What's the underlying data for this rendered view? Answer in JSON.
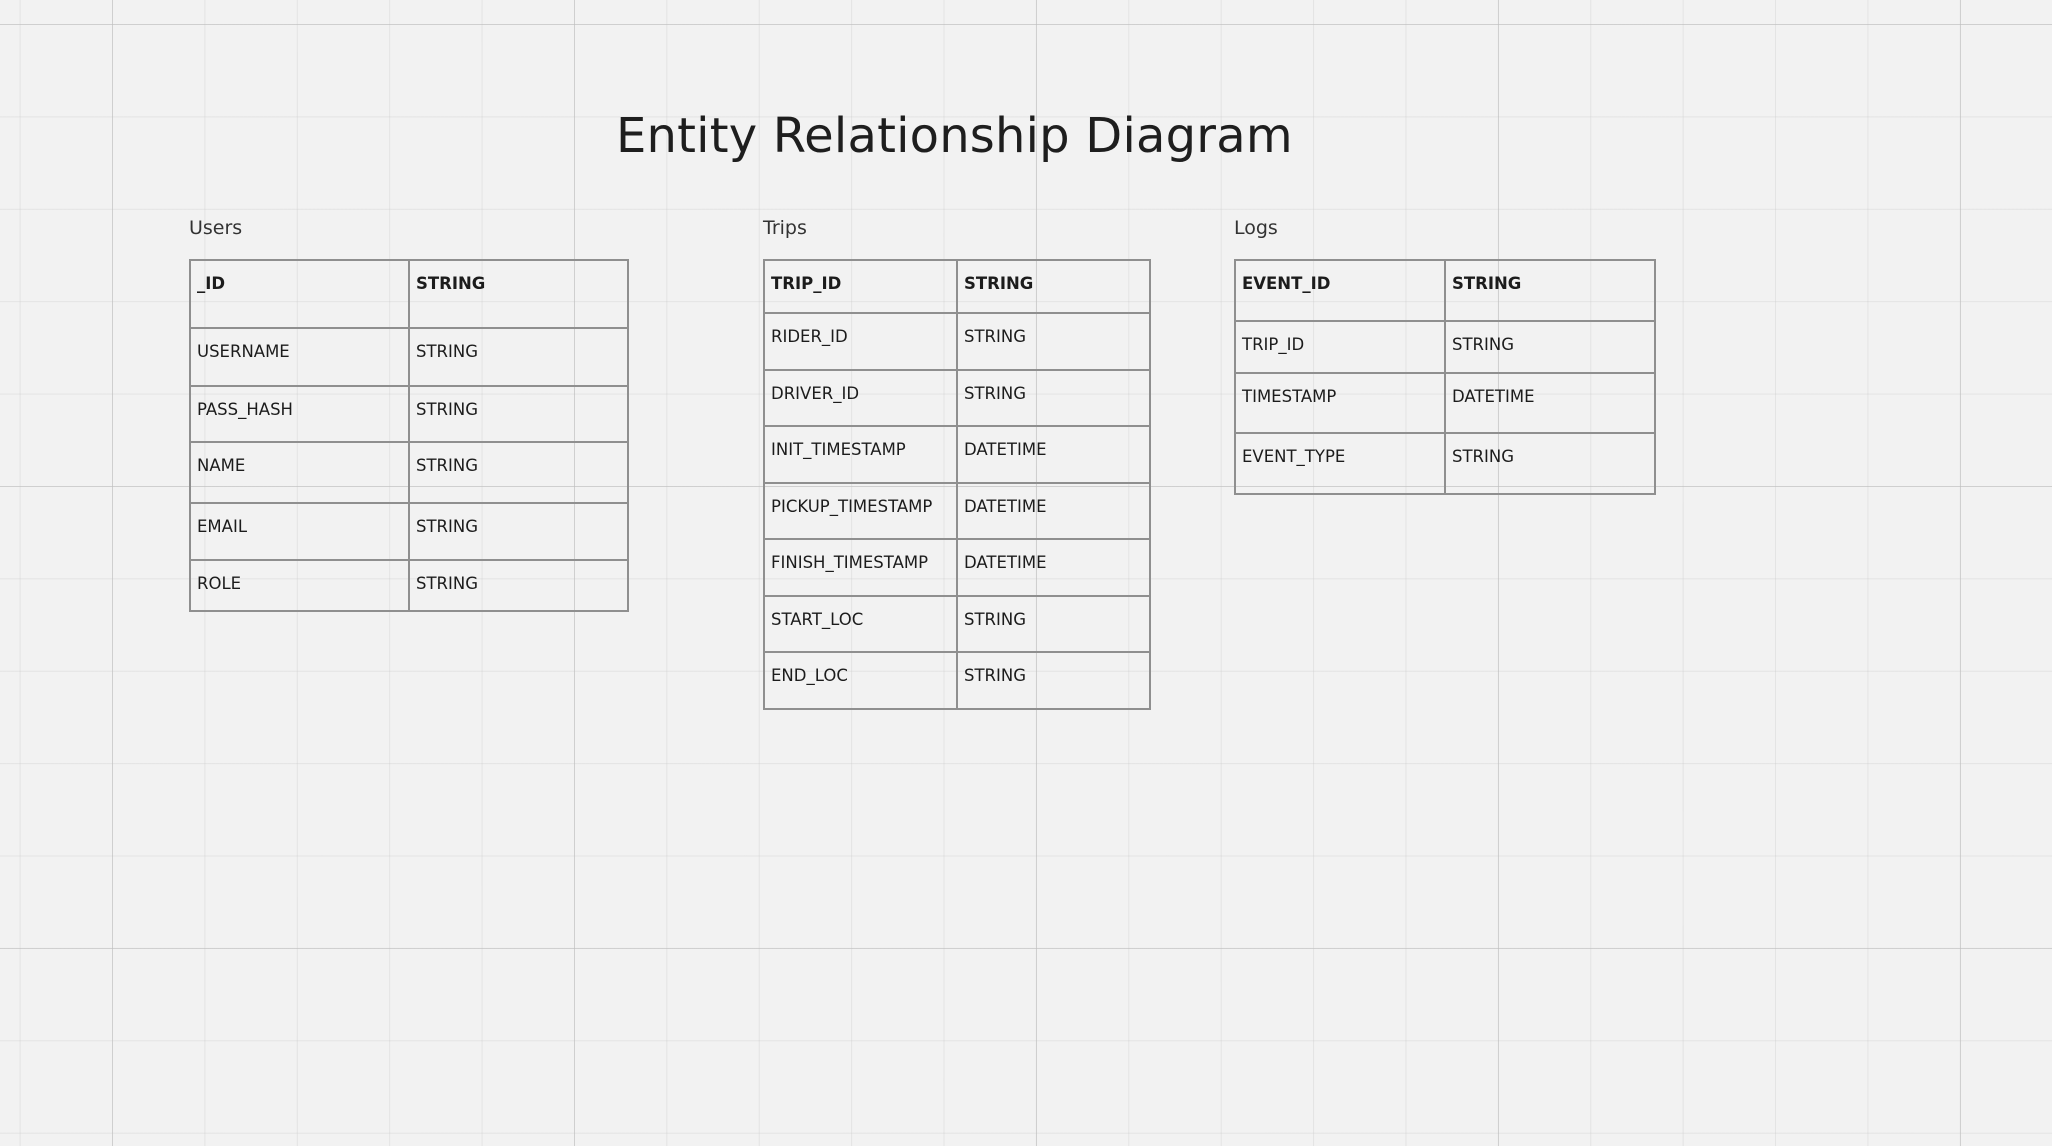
{
  "title": "Entity Relationship Diagram",
  "entities": {
    "users": {
      "name": "Users",
      "rows": [
        {
          "field": "_ID",
          "type": "STRING",
          "primary": true
        },
        {
          "field": "USERNAME",
          "type": "STRING"
        },
        {
          "field": "PASS_HASH",
          "type": "STRING"
        },
        {
          "field": "NAME",
          "type": "STRING"
        },
        {
          "field": "EMAIL",
          "type": "STRING"
        },
        {
          "field": "ROLE",
          "type": "STRING"
        }
      ]
    },
    "trips": {
      "name": "Trips",
      "rows": [
        {
          "field": "TRIP_ID",
          "type": "STRING",
          "primary": true
        },
        {
          "field": "RIDER_ID",
          "type": "STRING"
        },
        {
          "field": "DRIVER_ID",
          "type": "STRING"
        },
        {
          "field": "INIT_TIMESTAMP",
          "type": "DATETIME"
        },
        {
          "field": "PICKUP_TIMESTAMP",
          "type": "DATETIME"
        },
        {
          "field": "FINISH_TIMESTAMP",
          "type": "DATETIME"
        },
        {
          "field": "START_LOC",
          "type": "STRING"
        },
        {
          "field": "END_LOC",
          "type": "STRING"
        }
      ]
    },
    "logs": {
      "name": "Logs",
      "rows": [
        {
          "field": "EVENT_ID",
          "type": "STRING",
          "primary": true
        },
        {
          "field": "TRIP_ID",
          "type": "STRING"
        },
        {
          "field": "TIMESTAMP",
          "type": "DATETIME"
        },
        {
          "field": "EVENT_TYPE",
          "type": "STRING"
        }
      ]
    }
  }
}
